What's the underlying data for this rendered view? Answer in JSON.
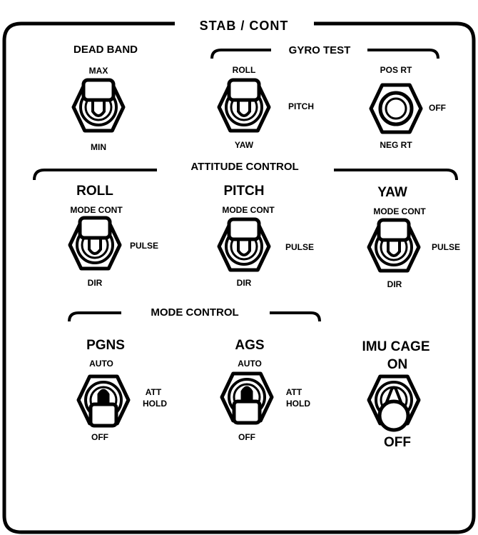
{
  "panel": {
    "title": "STAB / CONT",
    "colors": {
      "ink": "#000000",
      "background": "#ffffff"
    }
  },
  "dead_band": {
    "label": "DEAD BAND",
    "top": "MAX",
    "bottom": "MIN",
    "position": "up"
  },
  "gyro_test": {
    "label": "GYRO  TEST",
    "axis_switch": {
      "top": "ROLL",
      "right": "PITCH",
      "bottom": "YAW",
      "position": "up"
    },
    "rate_switch": {
      "top": "POS  RT",
      "right": "OFF",
      "bottom": "NEG  RT",
      "position": "center"
    }
  },
  "attitude_control": {
    "label": "ATTITUDE  CONTROL",
    "switches": [
      {
        "label": "ROLL",
        "top": "MODE  CONT",
        "right": "PULSE",
        "bottom": "DIR",
        "position": "up"
      },
      {
        "label": "PITCH",
        "top": "MODE  CONT",
        "right": "PULSE",
        "bottom": "DIR",
        "position": "up"
      },
      {
        "label": "YAW",
        "top": "MODE  CONT",
        "right": "PULSE",
        "bottom": "DIR",
        "position": "up"
      }
    ]
  },
  "mode_control": {
    "label": "MODE  CONTROL",
    "switches": [
      {
        "label": "PGNS",
        "top": "AUTO",
        "right_line1": "ATT",
        "right_line2": "HOLD",
        "bottom": "OFF",
        "position": "down"
      },
      {
        "label": "AGS",
        "top": "AUTO",
        "right_line1": "ATT",
        "right_line2": "HOLD",
        "bottom": "OFF",
        "position": "down"
      }
    ]
  },
  "imu_cage": {
    "label": "IMU CAGE",
    "top": "ON",
    "bottom": "OFF",
    "position": "down-round"
  }
}
